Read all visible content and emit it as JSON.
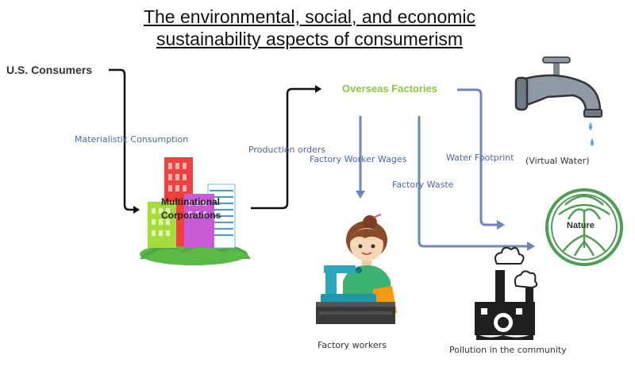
{
  "title": {
    "line1": "The environmental, social, and economic",
    "line2": "sustainability aspects of consumerism"
  },
  "nodes": {
    "us_consumers": "U.S. Consumers",
    "multinational": "Multinational",
    "corporations": "Corporations",
    "overseas_factories": "Overseas Factories",
    "virtual_water": "(Virtual Water)",
    "nature": "Nature",
    "factory_workers": "Factory workers",
    "pollution": "Pollution in the community"
  },
  "edges": {
    "materialistic_consumption": "Materialistic Consumption",
    "production_orders": "Production orders",
    "factory_worker_wages": "Factory Worker Wages",
    "water_footprint": "Water Footprint",
    "factory_waste": "Factory Waste"
  },
  "colors": {
    "black_arrow": "#111111",
    "blue_arrow": "#6d87b8",
    "green_label": "#8dc63f",
    "nature_green": "#4f9d52"
  },
  "icons": [
    "city-buildings-icon",
    "water-faucet-icon",
    "tree-of-life-icon",
    "seamstress-sewing-machine-icon",
    "polluting-factory-icon"
  ]
}
